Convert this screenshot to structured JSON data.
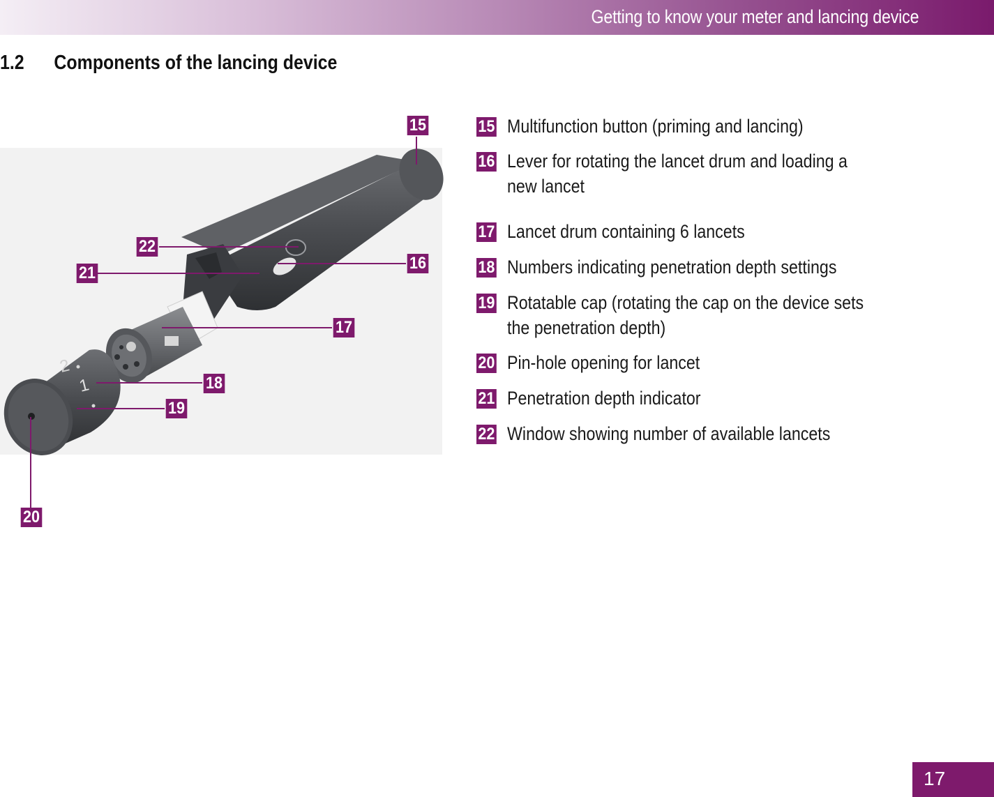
{
  "header": {
    "title": "Getting to know your meter and lancing device"
  },
  "section": {
    "number": "1.2",
    "title": "Components of the lancing device"
  },
  "figure": {
    "callouts": [
      "15",
      "16",
      "17",
      "18",
      "19",
      "20",
      "21",
      "22"
    ],
    "dial_digits": [
      "2",
      "1"
    ]
  },
  "legend": [
    {
      "num": "15",
      "text": "Multifunction button (priming and lancing)"
    },
    {
      "num": "16",
      "text": "Lever for rotating the lancet drum and loading a new lancet"
    },
    {
      "num": "17",
      "text": "Lancet drum containing 6 lancets"
    },
    {
      "num": "18",
      "text": "Numbers indicating penetration depth settings"
    },
    {
      "num": "19",
      "text": "Rotatable cap (rotating the cap on the device sets the penetration depth)"
    },
    {
      "num": "20",
      "text": "Pin-hole opening for lancet"
    },
    {
      "num": "21",
      "text": "Penetration depth indicator"
    },
    {
      "num": "22",
      "text": "Window showing number of available lancets"
    }
  ],
  "footer": {
    "page_number": "17"
  },
  "colors": {
    "accent": "#7e1a6c",
    "device": "#4a4c50"
  }
}
